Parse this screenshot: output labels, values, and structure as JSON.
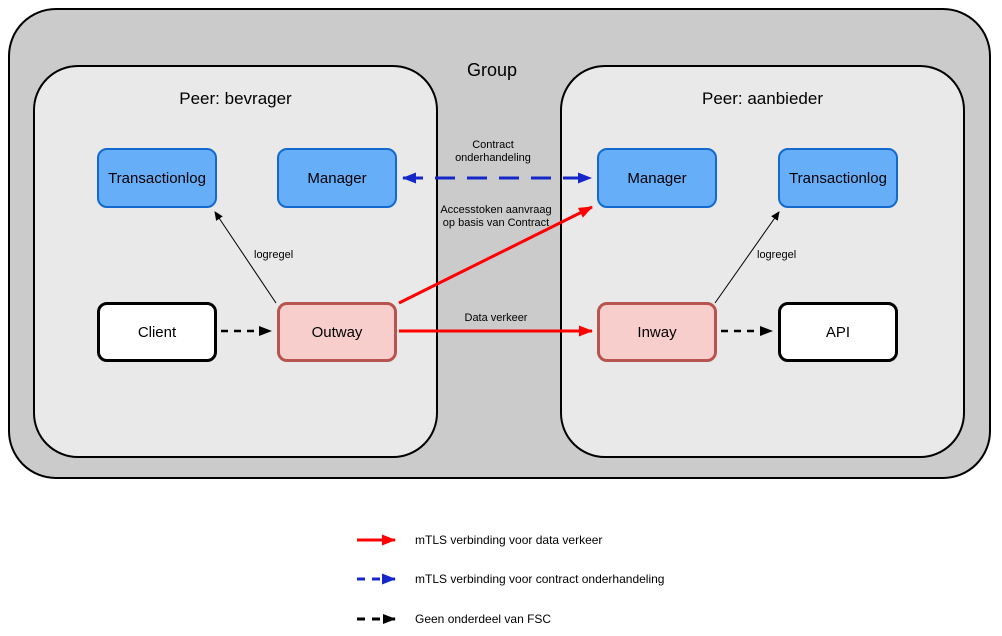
{
  "colors": {
    "canvas-bg": "#ffffff",
    "group-fill": "#cbcbcb",
    "peer-fill": "#e9e9e9",
    "node-blue-fill": "#66aef8",
    "node-blue-border": "#1469ce",
    "node-pink-fill": "#f8cecc",
    "node-pink-border": "#b85450",
    "node-white-fill": "#ffffff",
    "arrow-red": "#ff0000",
    "arrow-blue": "#1527c9",
    "arrow-black": "#000000"
  },
  "group": {
    "label": "Group"
  },
  "peers": {
    "bevrager": {
      "title": "Peer: bevrager"
    },
    "aanbieder": {
      "title": "Peer: aanbieder"
    }
  },
  "nodes": {
    "transactionlog_left": "Transactionlog",
    "manager_left": "Manager",
    "client": "Client",
    "outway": "Outway",
    "manager_right": "Manager",
    "transactionlog_right": "Transactionlog",
    "inway": "Inway",
    "api": "API"
  },
  "edges": {
    "contract_line1": "Contract",
    "contract_line2": "onderhandeling",
    "accesstoken_line1": "Accesstoken aanvraag",
    "accesstoken_line2": "op basis van Contract",
    "data_verkeer": "Data verkeer",
    "logregel_left": "logregel",
    "logregel_right": "logregel"
  },
  "legend": {
    "items": [
      {
        "style": "solid-red",
        "label": "mTLS verbinding voor data verkeer"
      },
      {
        "style": "dashed-blue",
        "label": "mTLS verbinding voor contract onderhandeling"
      },
      {
        "style": "dashed-black",
        "label": "Geen onderdeel van FSC"
      }
    ]
  }
}
